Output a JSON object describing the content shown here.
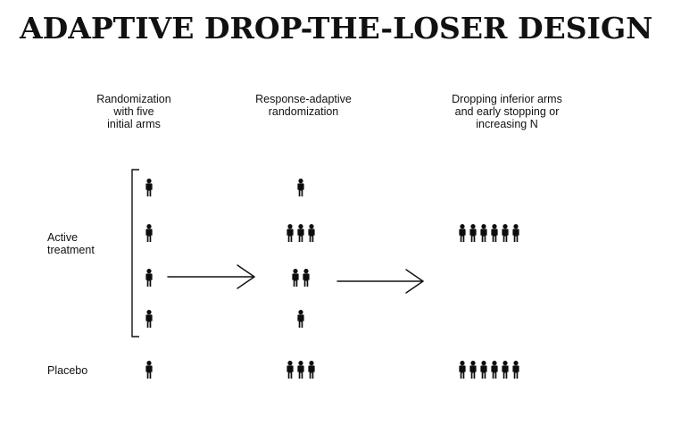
{
  "title": "ADAPTIVE DROP-THE-LOSER DESIGN",
  "columns": [
    {
      "header": "Randomization\nwith five\ninitial arms"
    },
    {
      "header": "Response-adaptive\nrandomization"
    },
    {
      "header": "Dropping inferior arms\nand early stopping or\nincreasing N"
    }
  ],
  "row_labels": {
    "active": "Active\ntreatment",
    "placebo": "Placebo"
  },
  "arms": [
    {
      "group": "active",
      "counts": [
        1,
        1,
        0
      ]
    },
    {
      "group": "active",
      "counts": [
        1,
        3,
        6
      ]
    },
    {
      "group": "active",
      "counts": [
        1,
        2,
        0
      ]
    },
    {
      "group": "active",
      "counts": [
        1,
        1,
        0
      ]
    },
    {
      "group": "placebo",
      "counts": [
        1,
        3,
        6
      ]
    }
  ],
  "colors": {
    "ink": "#111111",
    "figure": "#0d0d0d"
  },
  "icons": {
    "person": "person-icon",
    "arrow": "right-arrow-icon",
    "bracket": "bracket"
  }
}
